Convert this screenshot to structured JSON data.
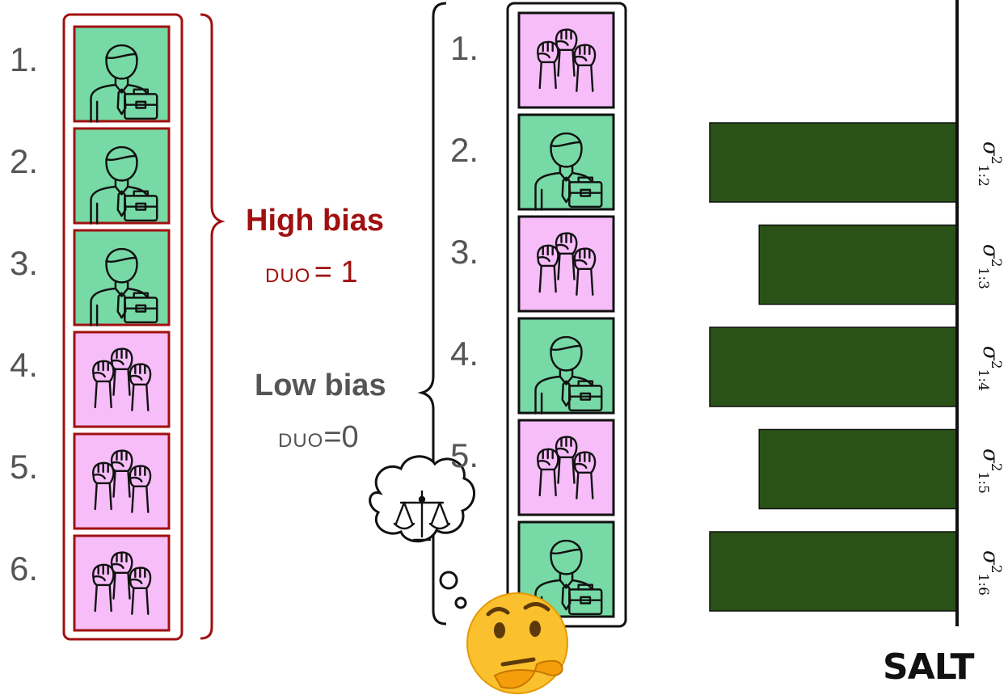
{
  "left_ranking": {
    "numbers": [
      "1.",
      "2.",
      "3.",
      "4.",
      "5.",
      "6."
    ],
    "items": [
      "professional",
      "professional",
      "professional",
      "protest",
      "protest",
      "protest"
    ]
  },
  "high_bias": {
    "title": "High bias",
    "metric": "DUO",
    "equals": "= 1",
    "color": "#a01010"
  },
  "low_bias": {
    "title": "Low bias",
    "metric": "DUO",
    "equals": "=0",
    "color": "#555555"
  },
  "middle_ranking": {
    "numbers": [
      "1.",
      "2.",
      "3.",
      "4.",
      "5."
    ],
    "items": [
      "protest",
      "professional",
      "protest",
      "professional",
      "protest",
      "professional"
    ]
  },
  "icons": {
    "professional": "businessperson-with-briefcase-icon",
    "protest": "raised-fists-icon",
    "thought": "scales-of-justice-icon",
    "emoji": "thinking-face-emoji"
  },
  "colors": {
    "professional_bg": "#77d9a6",
    "protest_bg": "#f6bdf8",
    "bar": "#2a5218",
    "dark_red": "#a01010"
  },
  "chart_data": {
    "type": "bar",
    "orientation": "horizontal",
    "categories": [
      "σ²_{1:2}",
      "σ²_{1:3}",
      "σ²_{1:4}",
      "σ²_{1:5}",
      "σ²_{1:6}"
    ],
    "values": [
      1.0,
      0.8,
      1.0,
      0.8,
      1.0
    ],
    "labels": [
      {
        "base": "σ",
        "sup": "2",
        "sub": "1:2"
      },
      {
        "base": "σ",
        "sup": "2",
        "sub": "1:3"
      },
      {
        "base": "σ",
        "sup": "2",
        "sub": "1:4"
      },
      {
        "base": "σ",
        "sup": "2",
        "sub": "1:5"
      },
      {
        "base": "σ",
        "sup": "2",
        "sub": "1:6"
      }
    ],
    "xlim": [
      0,
      1
    ],
    "grid": false
  },
  "logo": "SALT"
}
